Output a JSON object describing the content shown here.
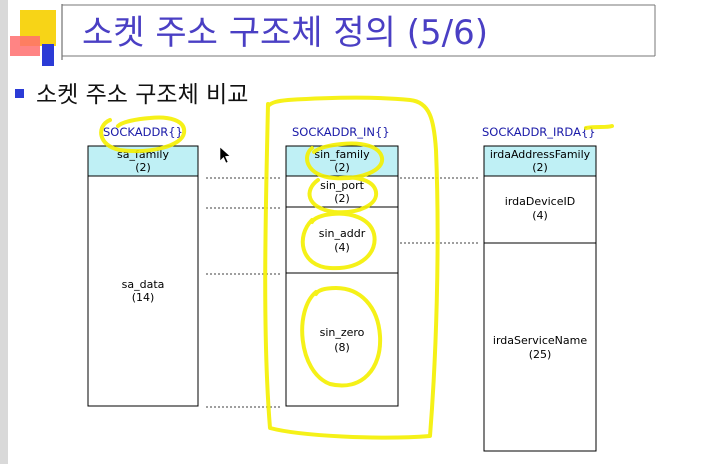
{
  "slide": {
    "title": "소켓 주소 구조체 정의 (5/6)",
    "bullet": "소켓 주소 구조체 비교"
  },
  "structs": {
    "sockaddr": {
      "name": "SOCKADDR{}",
      "fields": [
        {
          "name": "sa_family",
          "size": "(2)"
        },
        {
          "name": "sa_data",
          "size": "(14)"
        }
      ]
    },
    "sockaddr_in": {
      "name": "SOCKADDR_IN{}",
      "fields": [
        {
          "name": "sin_family",
          "size": "(2)"
        },
        {
          "name": "sin_port",
          "size": "(2)"
        },
        {
          "name": "sin_addr",
          "size": "(4)"
        },
        {
          "name": "sin_zero",
          "size": "(8)"
        }
      ]
    },
    "sockaddr_irda": {
      "name": "SOCKADDR_IRDA{}",
      "fields": [
        {
          "name": "irdaAddressFamily",
          "size": "(2)"
        },
        {
          "name": "irdaDeviceID",
          "size": "(4)"
        },
        {
          "name": "irdaServiceName",
          "size": "(25)"
        }
      ]
    }
  },
  "colors": {
    "title": "#4a3fc4",
    "header_cell": "#bff0f5",
    "highlighter": "#f5f000",
    "deco_yellow": "#f7d417",
    "deco_red": "#ff6f6f",
    "deco_blue": "#2b3bd6"
  }
}
